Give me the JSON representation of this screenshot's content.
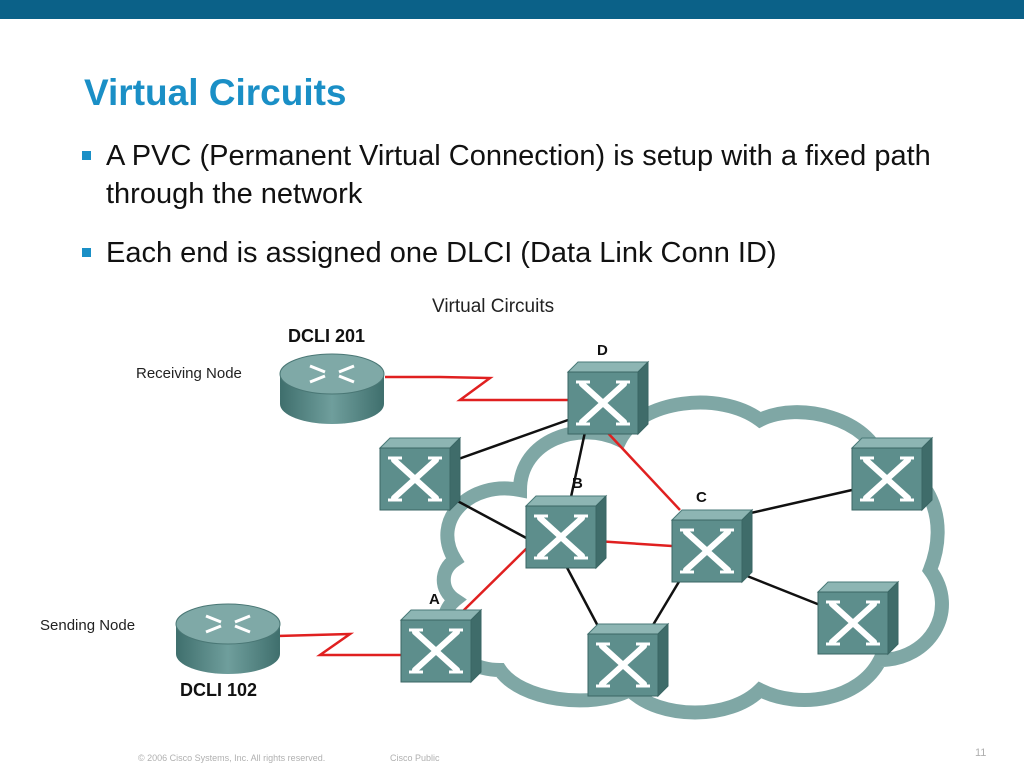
{
  "slide": {
    "title": "Virtual Circuits",
    "bullets": [
      "A PVC (Permanent Virtual Connection) is setup with a fixed path through the network",
      "Each end is assigned one DLCI (Data Link Conn ID)"
    ]
  },
  "diagram": {
    "title": "Virtual Circuits",
    "receiving_dlci": "DCLI 201",
    "receiving_label": "Receiving Node",
    "sending_label": "Sending Node",
    "sending_dlci": "DCLI 102",
    "switch_labels": {
      "A": "A",
      "B": "B",
      "C": "C",
      "D": "D"
    },
    "icons": [
      "router-icon",
      "frame-relay-switch-icon",
      "cloud-shape"
    ],
    "colors": {
      "virtual_circuit": "#e02020",
      "link": "#111111",
      "cloud": "#7fa7a5",
      "device": "#5d8e8c"
    }
  },
  "footer": {
    "copyright": "© 2006 Cisco Systems, Inc. All rights reserved.",
    "classification": "Cisco Public",
    "page_number": "11"
  }
}
